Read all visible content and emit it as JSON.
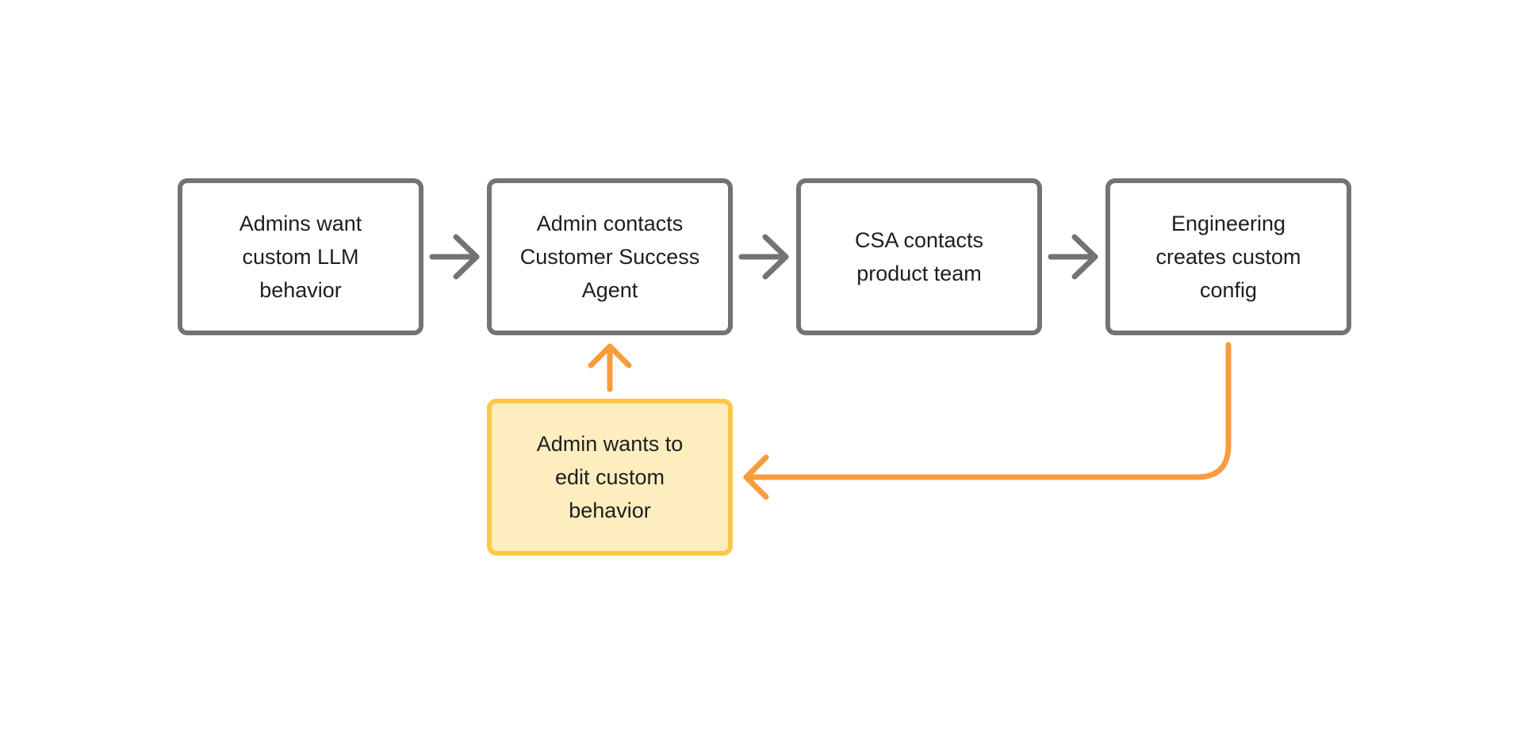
{
  "colors": {
    "box_border": "#737373",
    "arrow_gray": "#737373",
    "arrow_orange": "#fa9c3e",
    "highlight_border": "#fdc944",
    "highlight_fill": "#feedbe",
    "text": "#1e1e1e"
  },
  "nodes": [
    {
      "id": "admins-want",
      "label": "Admins want\ncustom LLM\nbehavior"
    },
    {
      "id": "admin-contacts",
      "label": "Admin contacts\nCustomer Success\nAgent"
    },
    {
      "id": "csa-contacts",
      "label": "CSA contacts\nproduct team"
    },
    {
      "id": "engineering",
      "label": "Engineering\ncreates custom\nconfig"
    },
    {
      "id": "admin-edit",
      "label": "Admin wants to\nedit custom\nbehavior"
    }
  ],
  "edges": [
    {
      "from": "admins-want",
      "to": "admin-contacts",
      "color": "gray"
    },
    {
      "from": "admin-contacts",
      "to": "csa-contacts",
      "color": "gray"
    },
    {
      "from": "csa-contacts",
      "to": "engineering",
      "color": "gray"
    },
    {
      "from": "engineering",
      "to": "admin-edit",
      "color": "orange"
    },
    {
      "from": "admin-edit",
      "to": "admin-contacts",
      "color": "orange"
    }
  ]
}
